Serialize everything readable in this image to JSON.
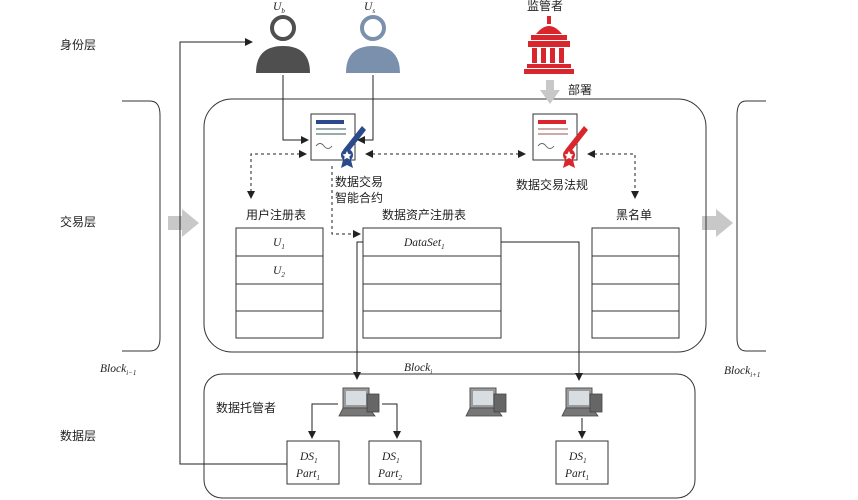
{
  "layers": {
    "identity": "身份层",
    "transaction": "交易层",
    "data": "数据层"
  },
  "users": {
    "buyer": {
      "label": "U",
      "sub": "b"
    },
    "seller": {
      "label": "U",
      "sub": "s"
    }
  },
  "regulator": {
    "label": "监管者",
    "deploy": "部署",
    "icon": "government-building-icon",
    "color": "#d9262c"
  },
  "contract": {
    "line1": "数据交易",
    "line2": "智能合约",
    "icon": "smart-contract-document-icon",
    "color": "#2b4a8c"
  },
  "law": {
    "label": "数据交易法规",
    "icon": "regulation-document-icon",
    "color": "#d9262c"
  },
  "tables": {
    "user": {
      "title": "用户注册表",
      "row1": "U",
      "row1_sub": "1",
      "row2": "U",
      "row2_sub": "2"
    },
    "asset": {
      "title": "数据资产注册表",
      "row1": "DataSet",
      "row1_sub": "1"
    },
    "blacklist": {
      "title": "黑名单"
    }
  },
  "blocks": {
    "prev": {
      "label": "Block",
      "sub": "i−1"
    },
    "current": {
      "label": "Block",
      "sub": "i"
    },
    "next": {
      "label": "Block",
      "sub": "i+1"
    }
  },
  "custodian": {
    "label": "数据托管者"
  },
  "parts": {
    "p1": {
      "ds": "DS",
      "ds_sub": "1",
      "part": "Part",
      "part_sub": "1"
    },
    "p2": {
      "ds": "DS",
      "ds_sub": "1",
      "part": "Part",
      "part_sub": "2"
    },
    "p3": {
      "ds": "DS",
      "ds_sub": "1",
      "part": "Part",
      "part_sub": "1"
    }
  },
  "colors": {
    "buyer": "#4f4f4f",
    "seller": "#7b90ad",
    "arrow": "#c8c8c8"
  }
}
